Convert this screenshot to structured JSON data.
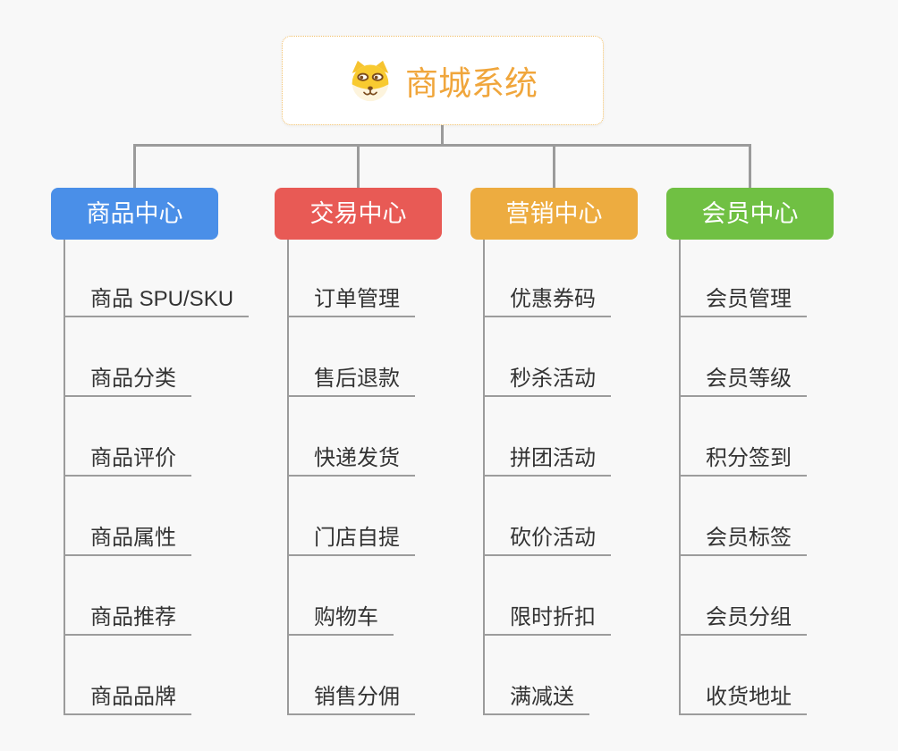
{
  "page": {
    "background": "#f8f8f8"
  },
  "colors": {
    "connector": "#9b9b9b",
    "underline": "#9c9c9c",
    "item_text": "#333333"
  },
  "root": {
    "title": "商城系统",
    "icon": "shiba-dog",
    "title_color": "#f0a63c",
    "border_color": "#f2c06a",
    "background": "#ffffff"
  },
  "branches": [
    {
      "title": "商品中心",
      "color": "#4a8fe8",
      "items": [
        "商品 SPU/SKU",
        "商品分类",
        "商品评价",
        "商品属性",
        "商品推荐",
        "商品品牌"
      ]
    },
    {
      "title": "交易中心",
      "color": "#e85a55",
      "items": [
        "订单管理",
        "售后退款",
        "快递发货",
        "门店自提",
        "购物车",
        "销售分佣"
      ]
    },
    {
      "title": "营销中心",
      "color": "#edac40",
      "items": [
        "优惠券码",
        "秒杀活动",
        "拼团活动",
        "砍价活动",
        "限时折扣",
        "满减送"
      ]
    },
    {
      "title": "会员中心",
      "color": "#70c043",
      "items": [
        "会员管理",
        "会员等级",
        "积分签到",
        "会员标签",
        "会员分组",
        "收货地址"
      ]
    }
  ]
}
